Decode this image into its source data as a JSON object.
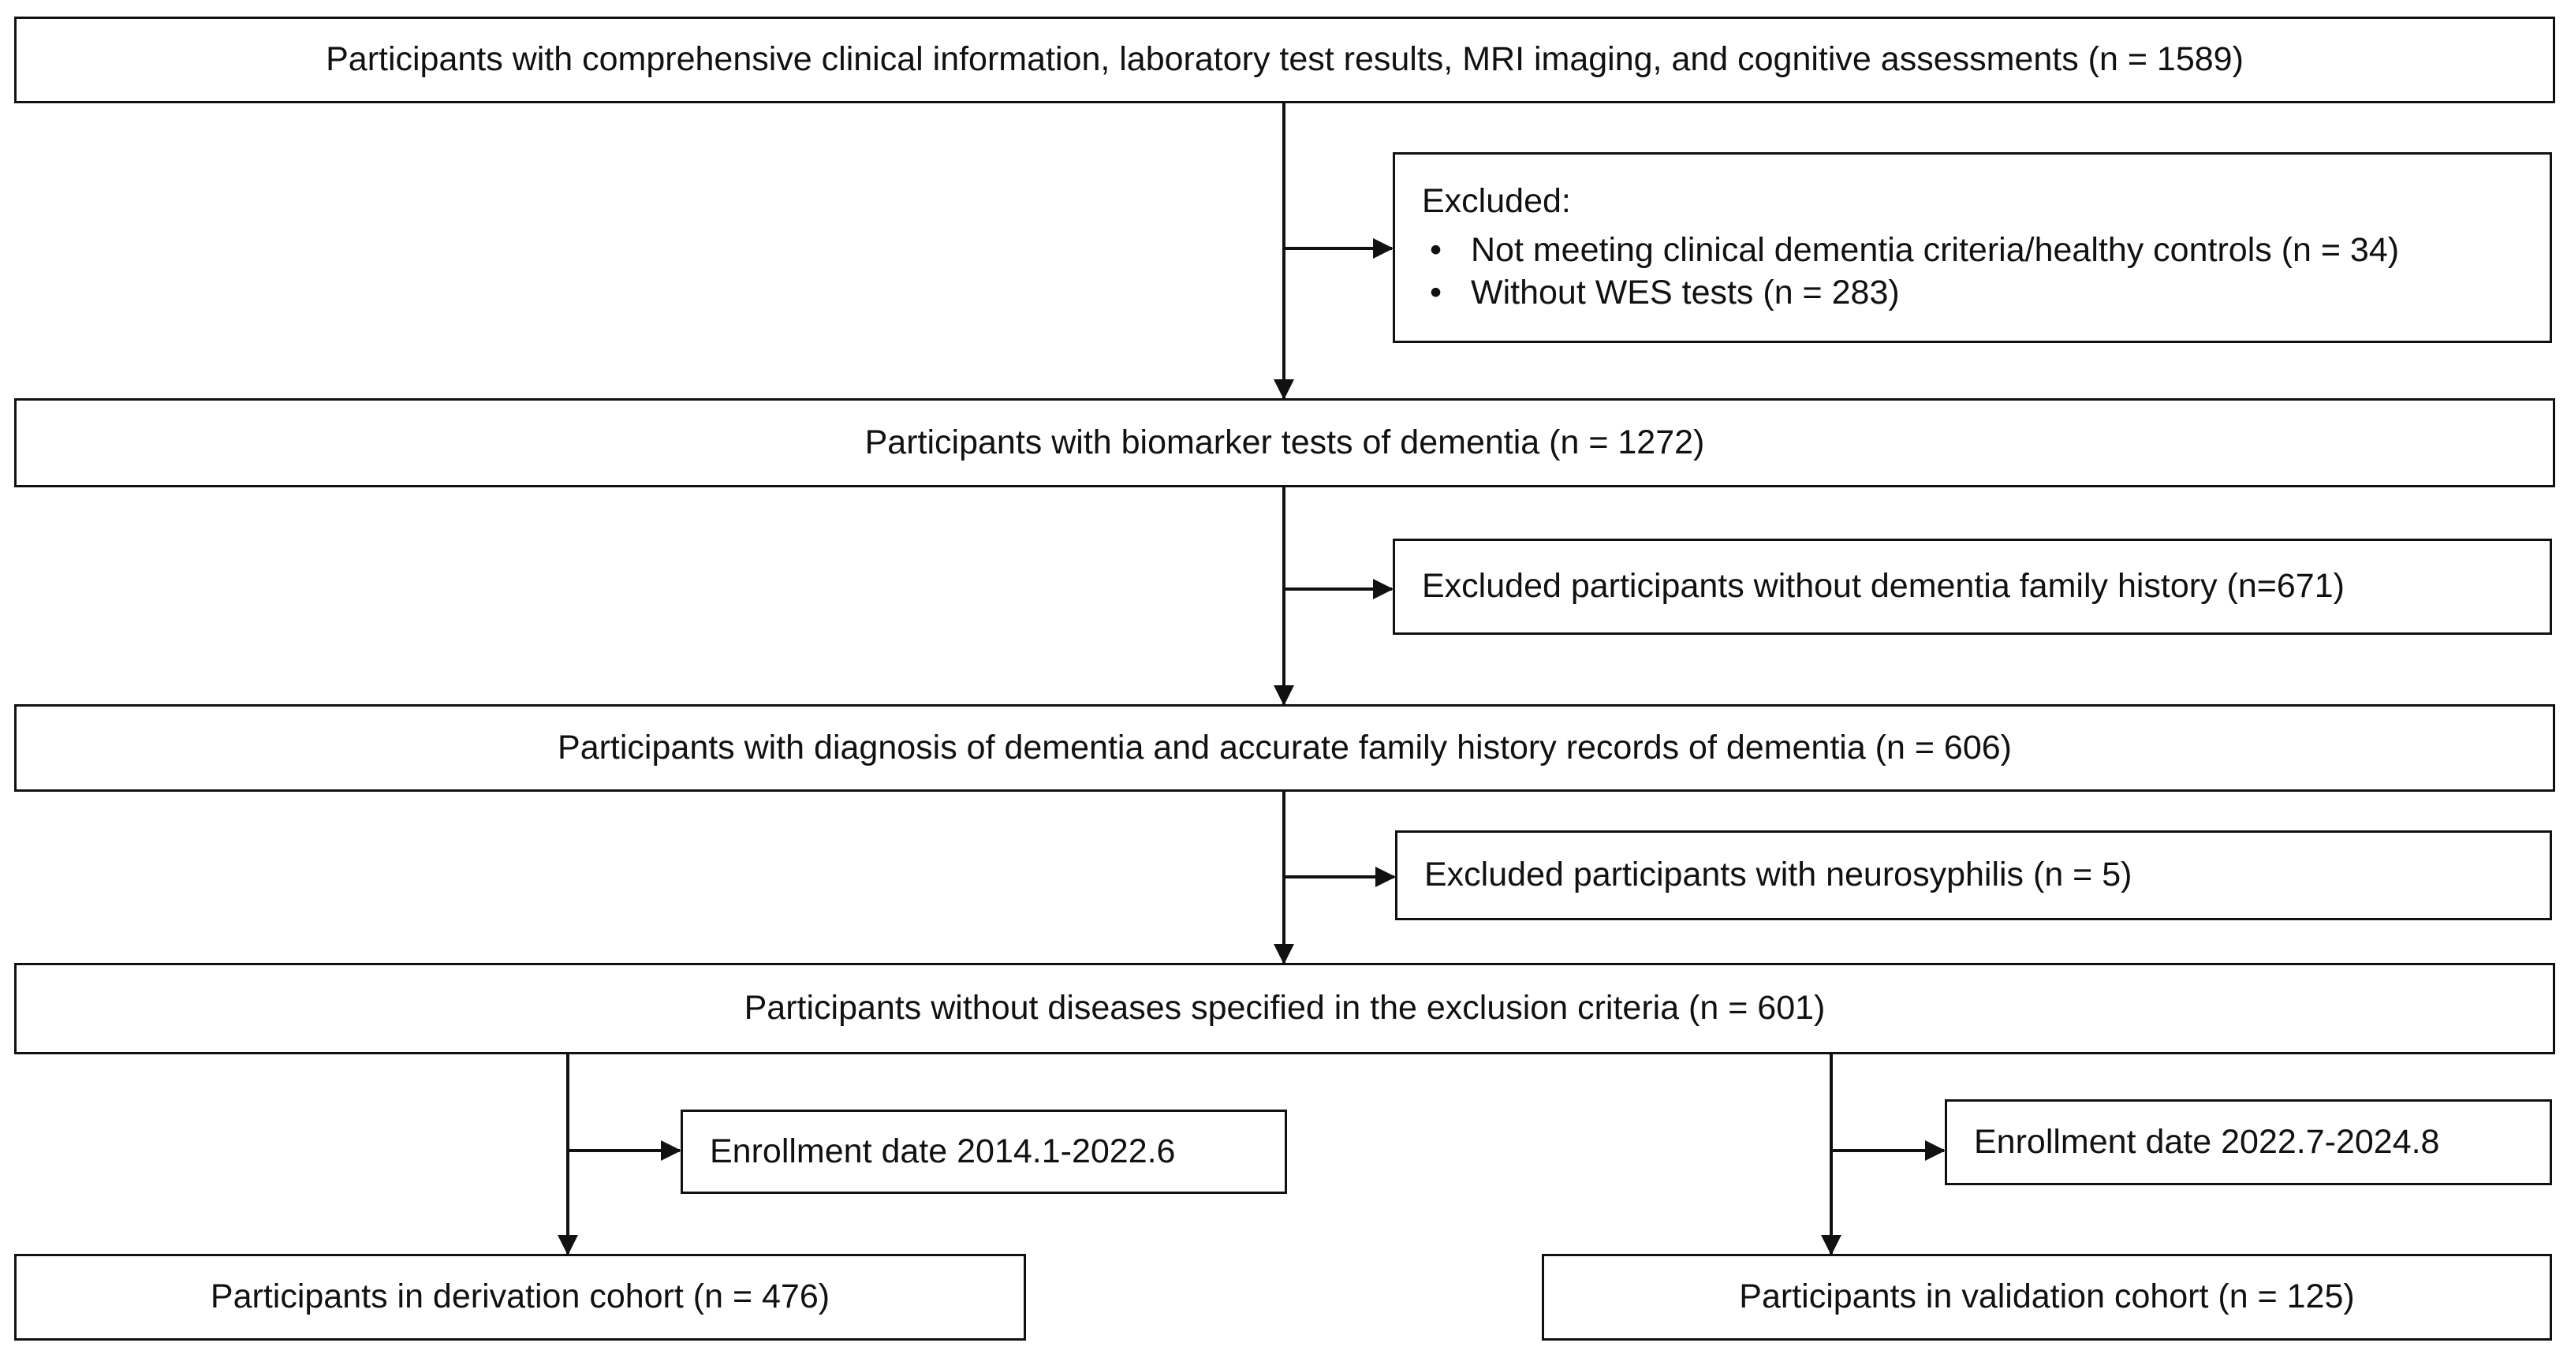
{
  "flowchart": {
    "step1": "Participants with comprehensive clinical information, laboratory test results, MRI imaging, and cognitive assessments (n = 1589)",
    "exclusion1": {
      "heading": "Excluded:",
      "items": [
        "Not meeting clinical dementia criteria/healthy controls (n = 34)",
        "Without WES tests (n = 283)"
      ]
    },
    "step2": "Participants with biomarker tests of dementia (n = 1272)",
    "exclusion2": "Excluded participants without dementia family history (n=671)",
    "step3": "Participants with diagnosis of dementia and accurate family history records of dementia (n = 606)",
    "exclusion3": "Excluded participants with neurosyphilis (n = 5)",
    "step4": "Participants without diseases specified in the exclusion criteria (n = 601)",
    "split_left_note": "Enrollment date 2014.1-2022.6",
    "split_right_note": "Enrollment date 2022.7-2024.8",
    "derivation": "Participants in derivation cohort (n = 476)",
    "validation": "Participants in validation cohort (n = 125)"
  }
}
